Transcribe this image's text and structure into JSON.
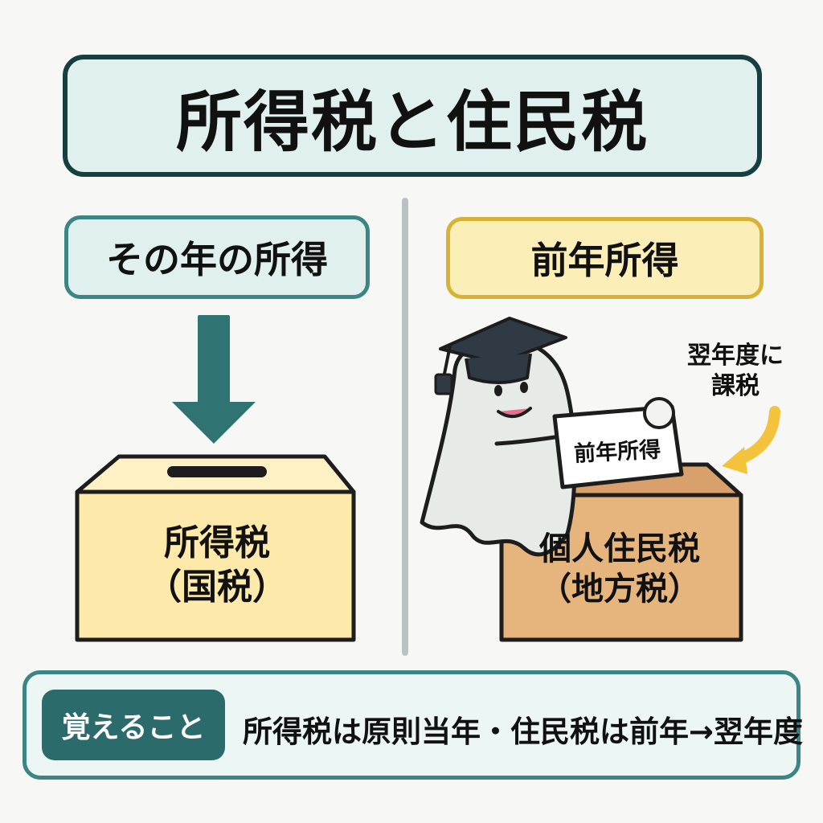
{
  "title": "所得税と住民税",
  "left": {
    "label": "その年の所得",
    "box_title": "所得税",
    "box_sub": "（国税）"
  },
  "right": {
    "label": "前年所得",
    "paper_text": "前年所得",
    "box_title": "個人住民税",
    "box_sub": "（地方税）",
    "note_line1": "翌年度に",
    "note_line2": "課税"
  },
  "bottom": {
    "badge": "覚えること",
    "text": "所得税は原則当年・住民税は前年→翌年度"
  },
  "colors": {
    "teal_dark": "#173f3f",
    "teal": "#3c8585",
    "teal_light": "#dff0ee",
    "yellow_light": "#fbefb7",
    "yellow_border": "#d9b135",
    "box_left_fill": "#fde9a9",
    "box_right_fill": "#e6b47d",
    "arrow_yellow": "#f3c33c"
  }
}
